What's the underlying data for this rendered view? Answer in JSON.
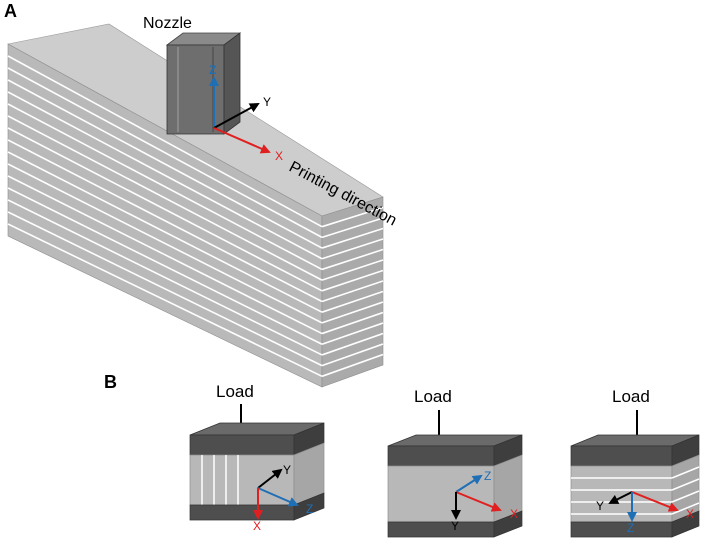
{
  "panel_a": {
    "letter": "A",
    "nozzle_label": "Nozzle",
    "direction_label": "Printing direction",
    "axes": {
      "z": "Z",
      "y": "Y",
      "x": "X"
    }
  },
  "panel_b": {
    "letter": "B",
    "specimens": [
      {
        "load_label": "Load",
        "axes": {
          "y": "Y",
          "z": "Z",
          "x": "X"
        }
      },
      {
        "load_label": "Load",
        "axes": {
          "z": "Z",
          "x": "X",
          "y": "Y"
        }
      },
      {
        "load_label": "Load",
        "axes": {
          "y": "Y",
          "x": "X",
          "z": "Z"
        }
      }
    ]
  },
  "colors": {
    "x_axis": "#e02020",
    "y_axis": "#000000",
    "z_axis": "#1f6fb5",
    "block_front": "#b8b8b8",
    "block_top": "#cccccc",
    "block_side": "#a9a9a9",
    "layer_line": "#ffffff",
    "platen": "#555555"
  }
}
